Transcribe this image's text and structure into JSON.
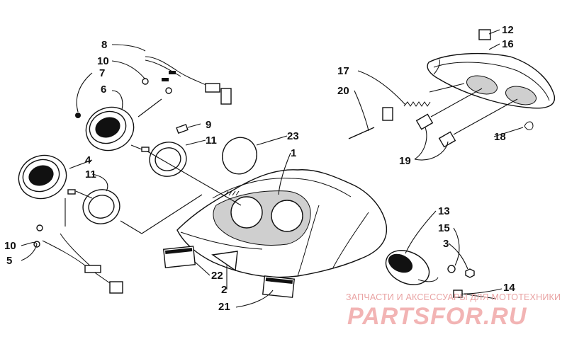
{
  "callouts": {
    "c1": "1",
    "c2": "2",
    "c3": "3",
    "c4": "4",
    "c5": "5",
    "c6": "6",
    "c7": "7",
    "c8": "8",
    "c9": "9",
    "c10a": "10",
    "c10b": "10",
    "c11a": "11",
    "c11b": "11",
    "c12": "12",
    "c13": "13",
    "c14": "14",
    "c15": "15",
    "c16": "16",
    "c17": "17",
    "c18": "18",
    "c19": "19",
    "c20": "20",
    "c21": "21",
    "c22": "22",
    "c23": "23"
  },
  "watermark": {
    "tagline": "ЗАПЧАСТИ И АКСЕССУАРЫ ДЛЯ МОТОТЕХНИКИ",
    "logo": "PARTSFOR.RU"
  }
}
